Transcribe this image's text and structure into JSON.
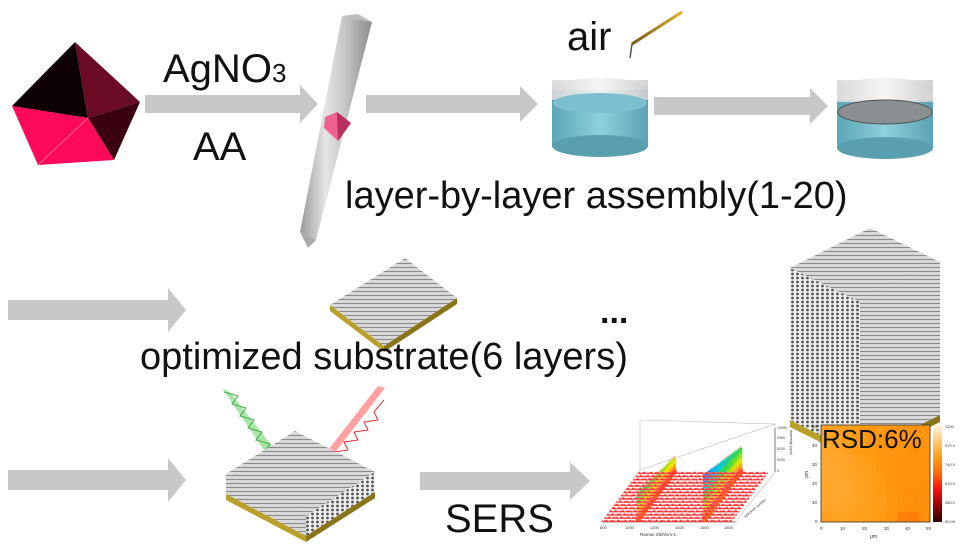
{
  "title": "Layer-by-layer assembly of Ag nanowire SERS substrate",
  "labels": {
    "reagent1": "AgNO",
    "reagent1_sub": "3",
    "reagent2": "AA",
    "air": "air",
    "lbl_assembly": "layer-by-layer assembly(1-20)",
    "optimized": "optimized substrate(6 layers)",
    "ellipsis": "...",
    "sers": "SERS"
  },
  "colors": {
    "decahedron_pink": "#ff0a5a",
    "decahedron_dark": "#0d0004",
    "decahedron_maroon": "#6a0a25",
    "arrow": "#c8c8c8",
    "water": "#6fb6c6",
    "gold_substrate": "#b8a02a",
    "laser_in": "#6ccf6c",
    "laser_out": "#ff5a5a"
  },
  "chart_data": [
    {
      "type": "area",
      "title": "",
      "xlabel": "Raman Shift/cm-1",
      "ylabel": "Intensity (cps)",
      "zlabel": "Spectrum number",
      "xticks": [
        "800",
        "1000",
        "1200",
        "1400",
        "1600",
        "1800"
      ],
      "yticks": [
        "0",
        "3100",
        "6200",
        "9300",
        "12000"
      ],
      "xlim": [
        800,
        1800
      ],
      "ylim": [
        0,
        12000
      ],
      "peaks": [
        {
          "x": 1080,
          "max_intensity": 7500
        },
        {
          "x": 1590,
          "max_intensity": 12000
        }
      ],
      "n_spectra": 16
    },
    {
      "type": "heatmap",
      "annotation": "RSD:6%",
      "xlabel": "μm",
      "ylabel": "μm",
      "xticks": [
        "0",
        "10",
        "20",
        "30",
        "40",
        "50"
      ],
      "yticks": [
        "0",
        "10",
        "20",
        "30",
        "40",
        "50"
      ],
      "xlim": [
        0,
        50
      ],
      "ylim": [
        0,
        50
      ],
      "colorbar_ticks": [
        "50.00",
        "280.0",
        "510.0",
        "740.0",
        "970.0",
        "1200"
      ],
      "colorbar_range": [
        50,
        1200
      ],
      "grid": [
        [
          830,
          830,
          820,
          800,
          790,
          790,
          790,
          780,
          780,
          780
        ],
        [
          840,
          830,
          820,
          800,
          790,
          790,
          780,
          780,
          780,
          780
        ],
        [
          850,
          840,
          830,
          810,
          800,
          790,
          780,
          780,
          770,
          780
        ],
        [
          860,
          850,
          840,
          820,
          800,
          790,
          780,
          770,
          770,
          770
        ],
        [
          860,
          860,
          850,
          830,
          810,
          790,
          780,
          770,
          770,
          770
        ],
        [
          860,
          860,
          850,
          840,
          810,
          800,
          780,
          770,
          770,
          770
        ],
        [
          850,
          860,
          860,
          840,
          820,
          800,
          780,
          770,
          760,
          760
        ],
        [
          850,
          860,
          850,
          840,
          830,
          810,
          790,
          770,
          760,
          760
        ],
        [
          840,
          850,
          850,
          830,
          820,
          810,
          790,
          760,
          760,
          760
        ],
        [
          830,
          840,
          840,
          830,
          810,
          800,
          780,
          700,
          700,
          760
        ]
      ]
    }
  ]
}
